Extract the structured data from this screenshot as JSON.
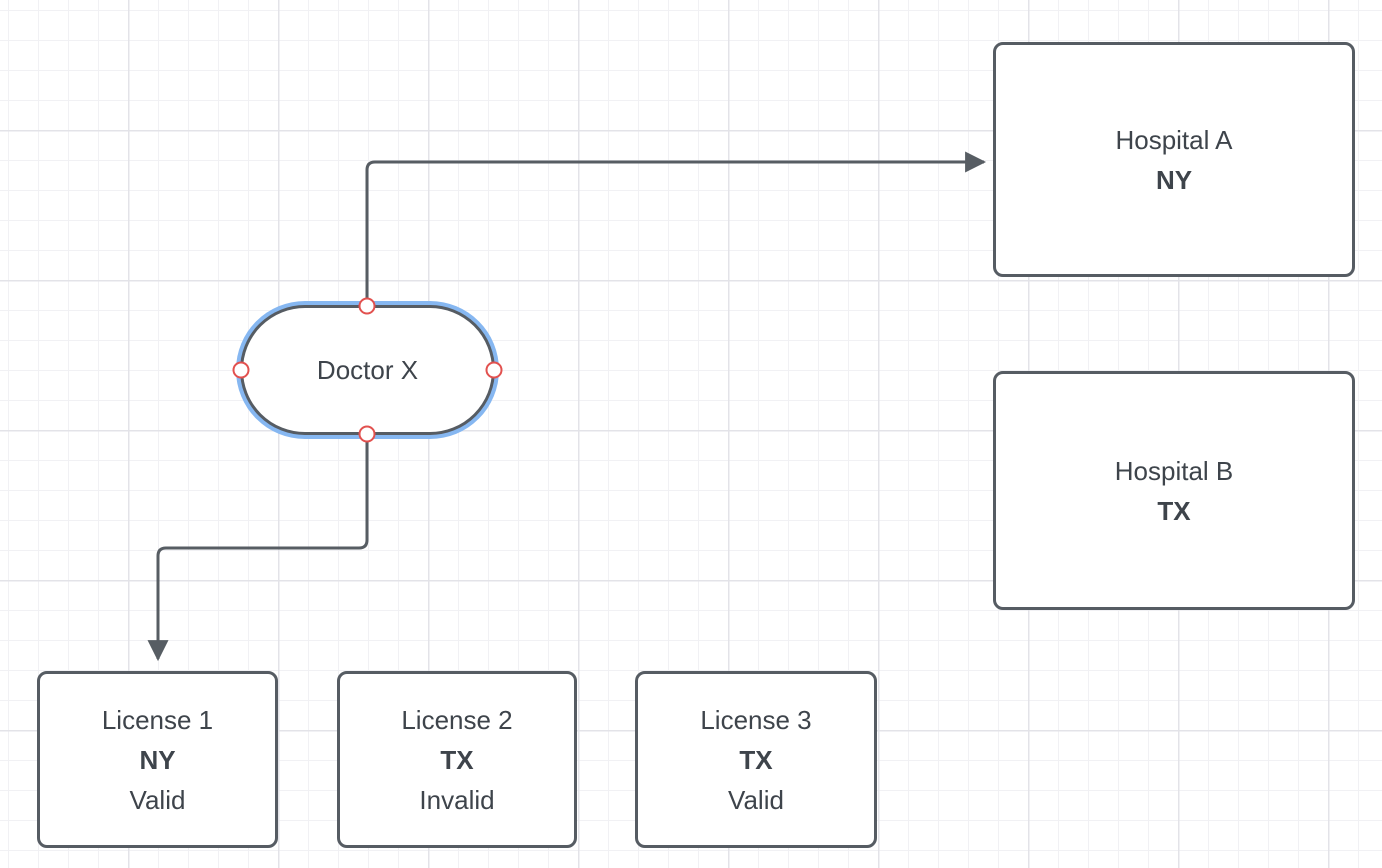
{
  "diagram": {
    "doctor": {
      "label": "Doctor X"
    },
    "hospitals": [
      {
        "name": "Hospital A",
        "state": "NY"
      },
      {
        "name": "Hospital B",
        "state": "TX"
      }
    ],
    "licenses": [
      {
        "name": "License 1",
        "state": "NY",
        "status": "Valid"
      },
      {
        "name": "License 2",
        "state": "TX",
        "status": "Invalid"
      },
      {
        "name": "License 3",
        "state": "TX",
        "status": "Valid"
      }
    ],
    "connectors": [
      {
        "from": "Doctor X",
        "to": "Hospital A"
      },
      {
        "from": "Doctor X",
        "to": "License 1"
      }
    ],
    "selection": {
      "selected_node": "Doctor X",
      "highlight_color": "#86b7f1",
      "anchor_stroke_color": "#e2514f"
    },
    "colors": {
      "node_border": "#565c63",
      "node_fill": "#ffffff",
      "text": "#3e444b",
      "connector": "#575d63",
      "grid_minor": "#f1f1f4",
      "grid_major": "#e3e3e8"
    }
  }
}
